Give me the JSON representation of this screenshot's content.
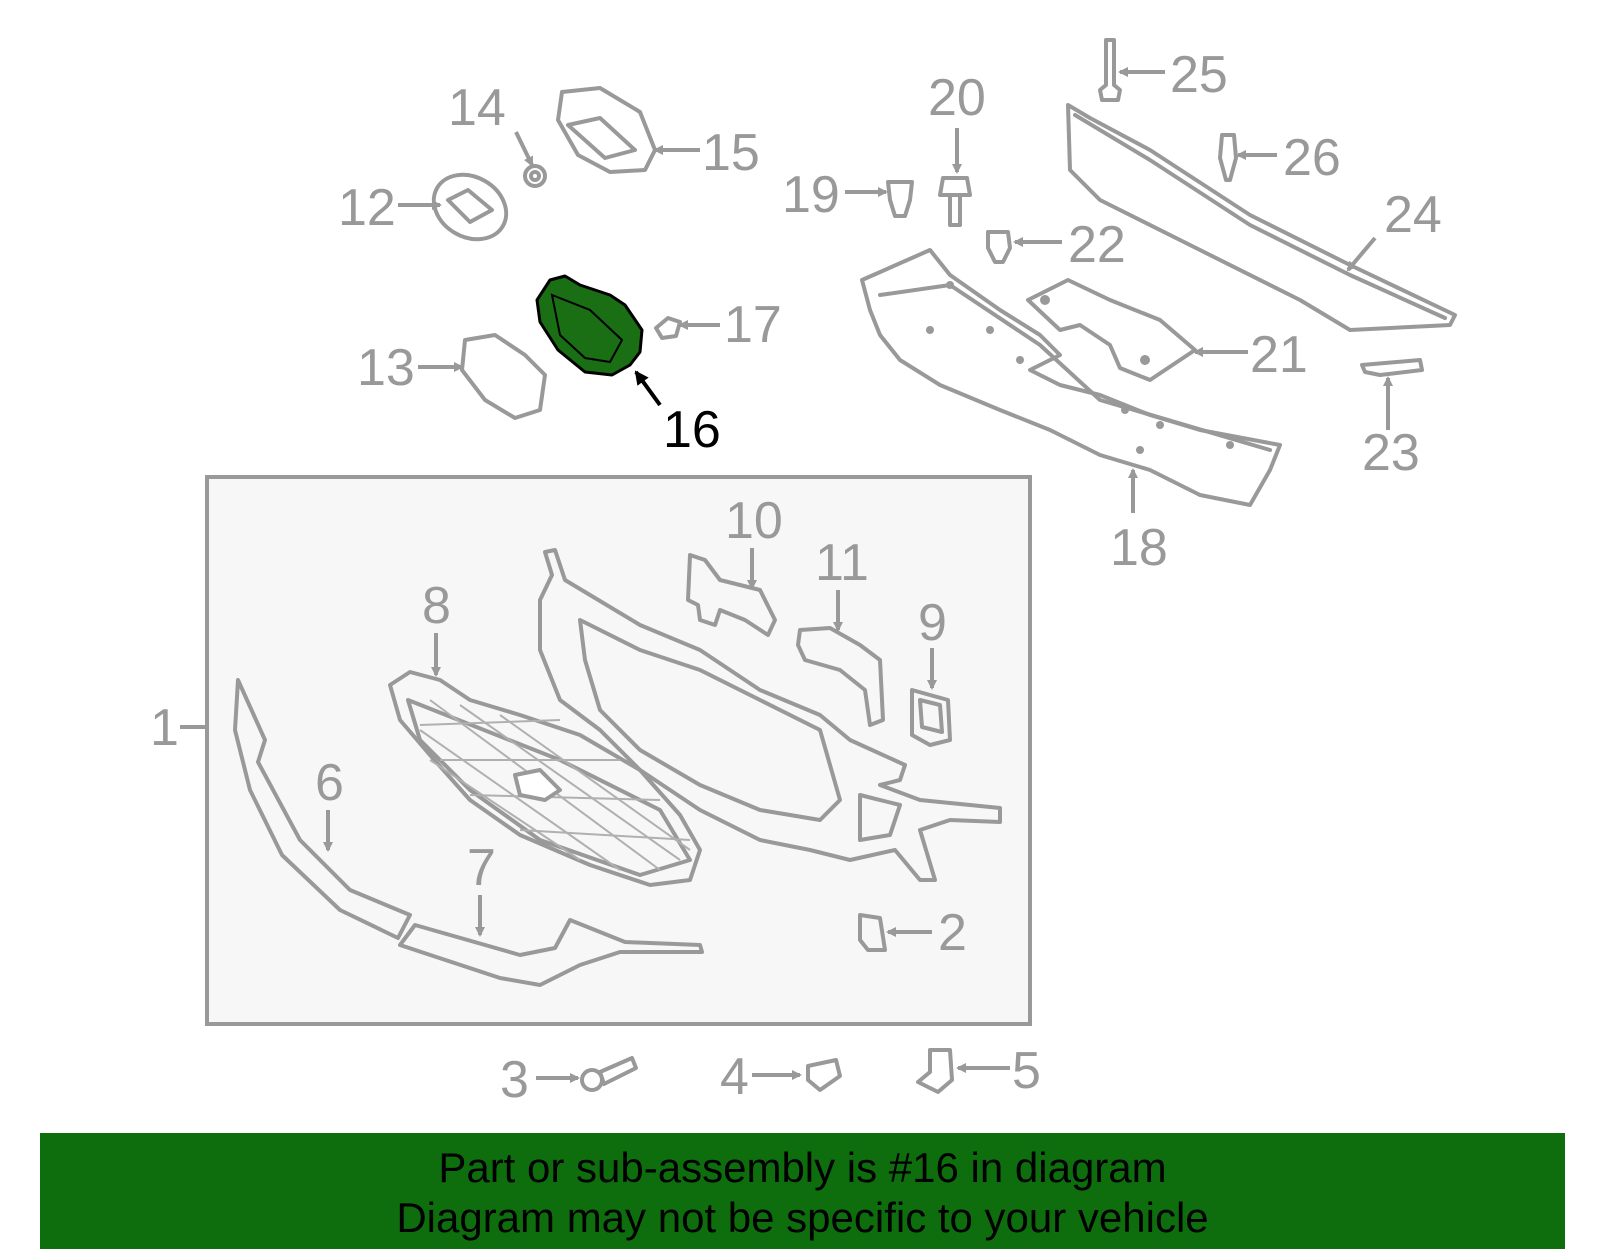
{
  "diagram": {
    "highlight_color": "#1a6e14",
    "highlighted_part": "16",
    "callouts": {
      "c1": "1",
      "c2": "2",
      "c3": "3",
      "c4": "4",
      "c5": "5",
      "c6": "6",
      "c7": "7",
      "c8": "8",
      "c9": "9",
      "c10": "10",
      "c11": "11",
      "c12": "12",
      "c13": "13",
      "c14": "14",
      "c15": "15",
      "c16": "16",
      "c17": "17",
      "c18": "18",
      "c19": "19",
      "c20": "20",
      "c21": "21",
      "c22": "22",
      "c23": "23",
      "c24": "24",
      "c25": "25",
      "c26": "26"
    }
  },
  "banner": {
    "color": "#0e6e0e",
    "line1": "Part or sub-assembly is #16 in diagram",
    "line2": "Diagram may not be specific to your vehicle"
  }
}
